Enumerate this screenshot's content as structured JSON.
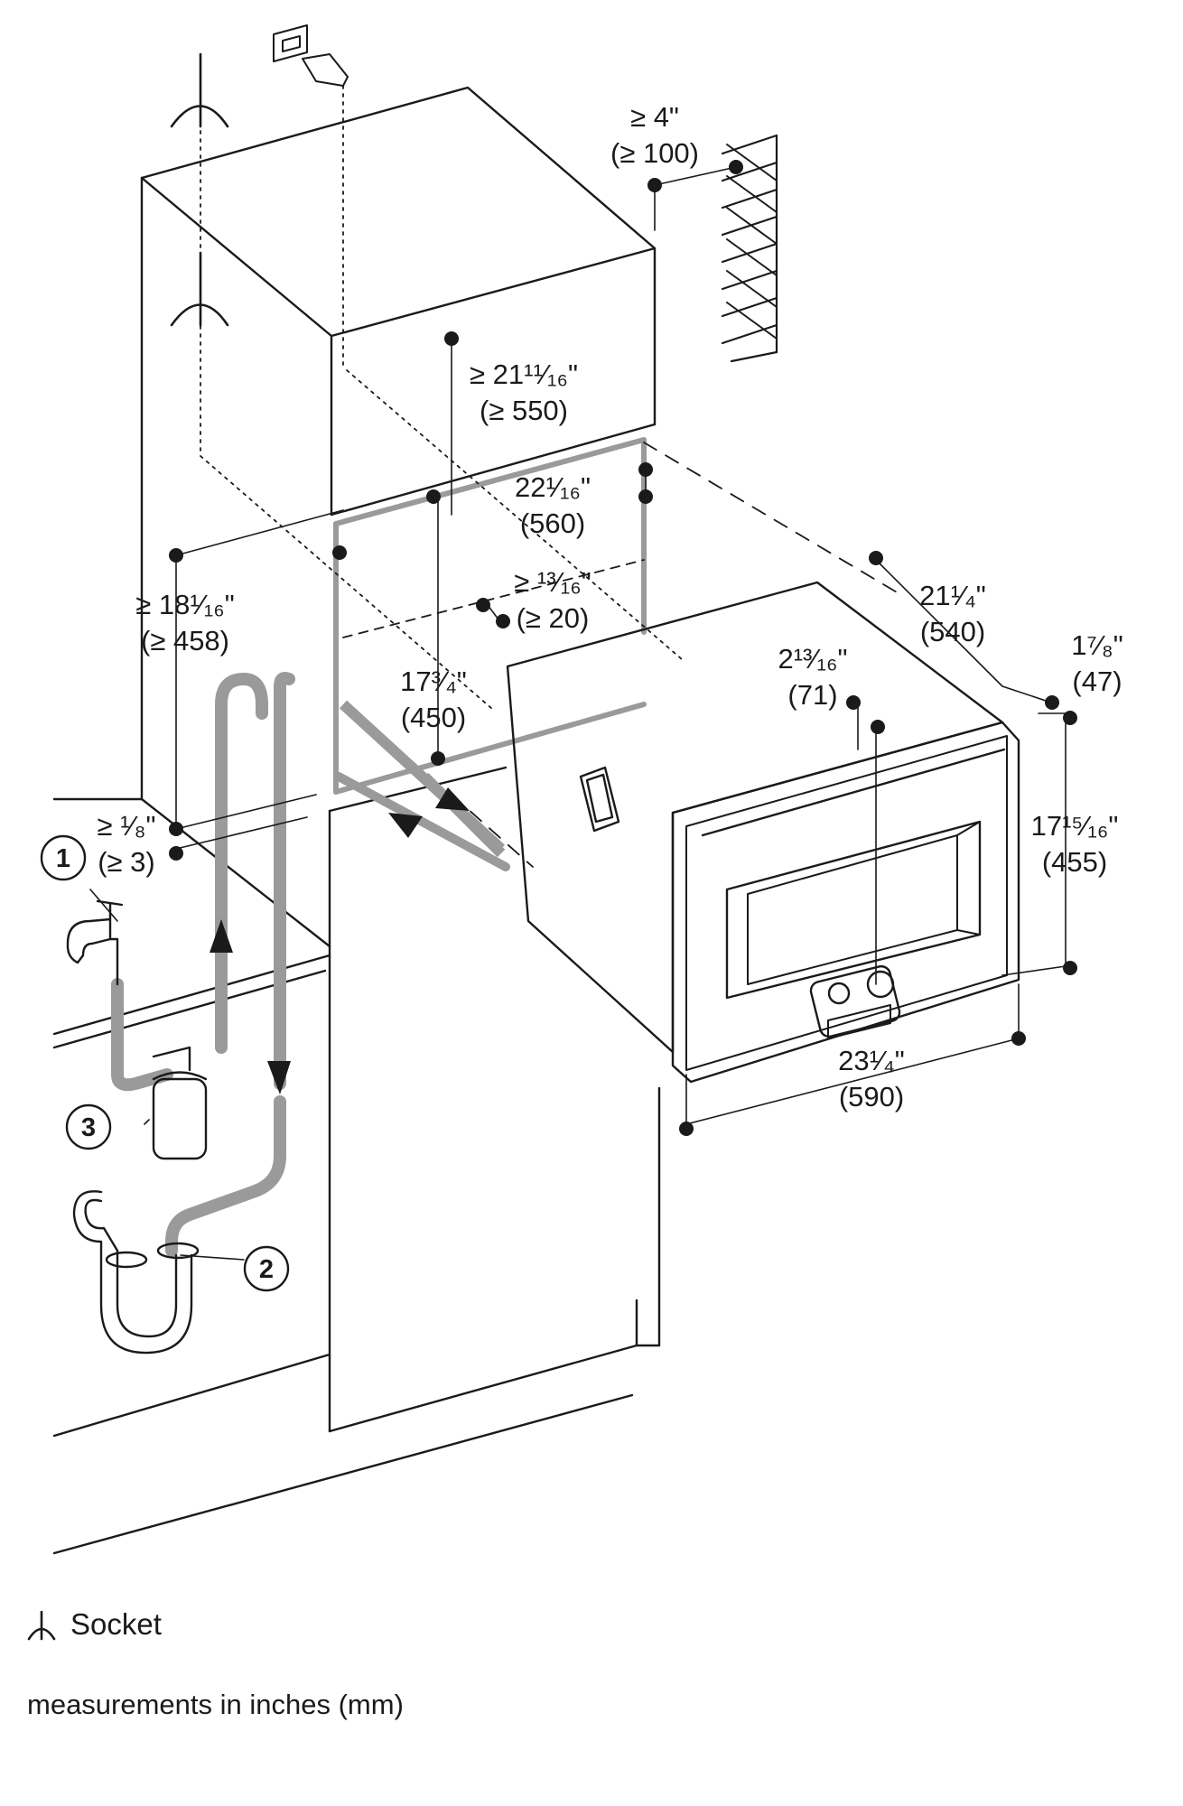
{
  "dimensions": {
    "wall_clearance": [
      "≥ 4\"",
      "(≥ 100)"
    ],
    "cutout_depth": [
      "≥ 21¹¹⁄₁₆\"",
      "(≥ 550)"
    ],
    "cutout_width": [
      "22¹⁄₁₆\"",
      "(560)"
    ],
    "cutout_height": [
      "≥ 18¹⁄₁₆\"",
      "(≥ 458)"
    ],
    "panel_gap": [
      "≥ ¹³⁄₁₆\"",
      "(≥ 20)"
    ],
    "inner_height": [
      "17³⁄₄\"",
      "(450)"
    ],
    "bottom_gap": [
      "≥ ¹⁄₈\"",
      "(≥ 3)"
    ],
    "appliance_depth": [
      "21¹⁄₄\"",
      "(540)"
    ],
    "front_thickness": [
      "1⁷⁄₈\"",
      "(47)"
    ],
    "door_offset": [
      "2¹³⁄₁₆\"",
      "(71)"
    ],
    "appliance_height": [
      "17¹⁵⁄₁₆\"",
      "(455)"
    ],
    "appliance_width": [
      "23¹⁄₄\"",
      "(590)"
    ]
  },
  "callouts": [
    "1",
    "2",
    "3"
  ],
  "legend": {
    "icon": "socket-icon",
    "label": "Socket"
  },
  "note": "measurements in inches (mm)"
}
